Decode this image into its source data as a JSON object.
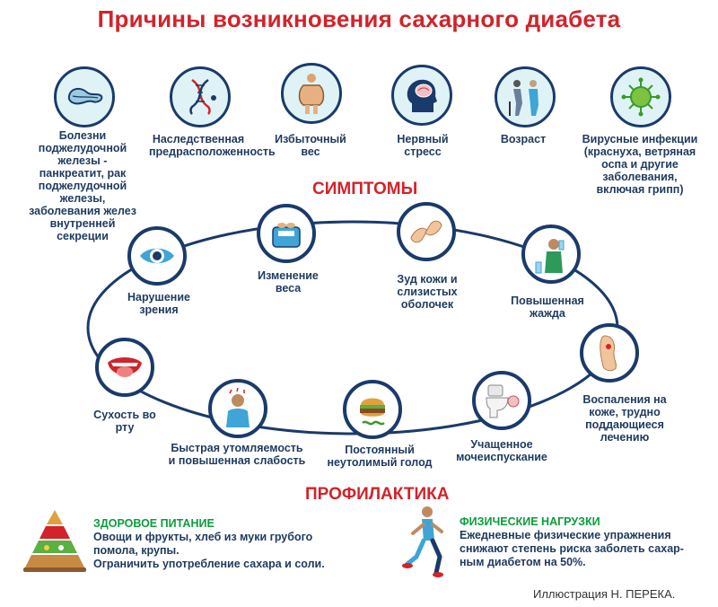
{
  "title": "Причины возникновения сахарного диабета",
  "causes": [
    {
      "label": "Болезни поджелудочной железы - панкреатит, рак поджелудочной железы, заболевания желез внутренней секреции",
      "icon": "pancreas-icon"
    },
    {
      "label": "Наследственная предрасположенность",
      "icon": "dna-icon"
    },
    {
      "label": "Избыточный вес",
      "icon": "overweight-body-icon"
    },
    {
      "label": "Нервный стресс",
      "icon": "brain-stress-icon"
    },
    {
      "label": "Возраст",
      "icon": "elderly-people-icon"
    },
    {
      "label": "Вирусные инфекции (краснуха, ветряная оспа и другие заболевания, включая грипп)",
      "icon": "virus-icon"
    }
  ],
  "symptoms_title": "СИМПТОМЫ",
  "symptoms": [
    {
      "label": "Нарушение зрения",
      "icon": "eye-icon"
    },
    {
      "label": "Изменение веса",
      "icon": "scale-icon"
    },
    {
      "label": "Зуд кожи и слизистых оболочек",
      "icon": "itching-hands-icon"
    },
    {
      "label": "Повышенная жажда",
      "icon": "drinking-person-icon"
    },
    {
      "label": "Воспаления на коже, трудно поддающиеся лечению",
      "icon": "foot-wound-icon"
    },
    {
      "label": "Учащенное мочеиспускание",
      "icon": "toilet-icon"
    },
    {
      "label": "Постоянный неутолимый голод",
      "icon": "burger-icon"
    },
    {
      "label": "Быстрая утомляемость и повышенная слабость",
      "icon": "tired-person-icon"
    },
    {
      "label": "Сухость во рту",
      "icon": "dry-mouth-icon"
    }
  ],
  "prevention_title": "ПРОФИЛАКТИКА",
  "prevention": {
    "nutrition": {
      "heading": "ЗДОРОВОЕ ПИТАНИЕ",
      "line1": "Овощи и фрукты, хлеб из муки грубого",
      "line2": "помола, крупы.",
      "line3": "Ограничить употребление сахара и соли.",
      "icon": "food-pyramid-icon"
    },
    "exercise": {
      "heading": "ФИЗИЧЕСКИЕ НАГРУЗКИ",
      "line1": "Ежедневные физические упражнения",
      "line2": "снижают степень риска заболеть сахар-",
      "line3": "ным диабетом на 50%.",
      "icon": "runner-icon"
    }
  },
  "credit": "Иллюстрация Н. ПЕРЕКА.",
  "colors": {
    "title": "#d2232a",
    "accent_green": "#0a9c3b",
    "navy": "#1a3a6b",
    "text": "#1e3a5f"
  }
}
